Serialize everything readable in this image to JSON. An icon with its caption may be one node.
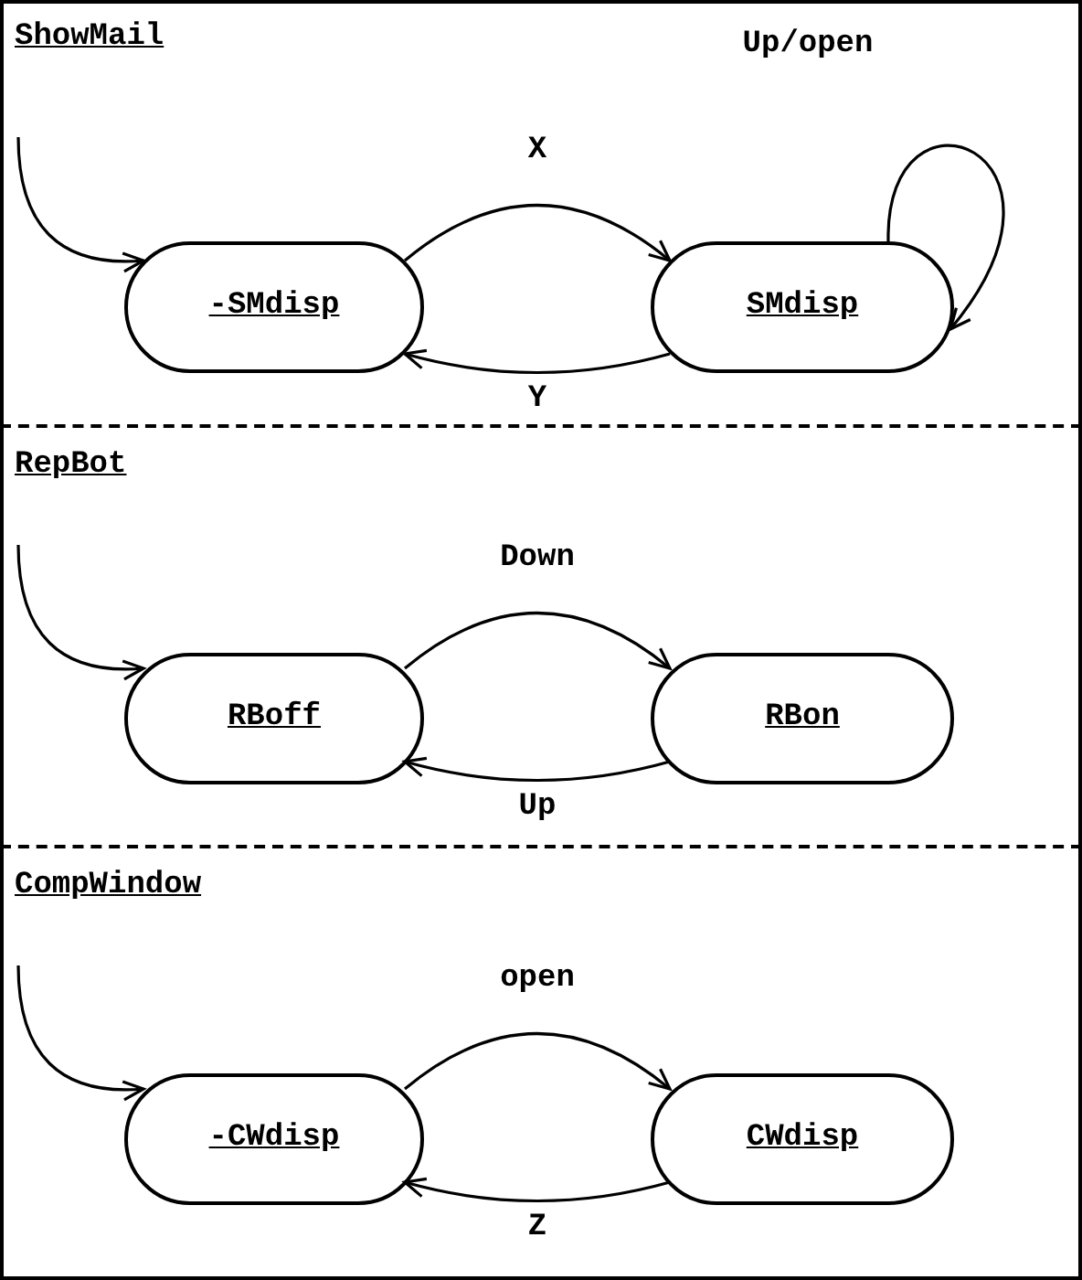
{
  "diagram": {
    "nodes": [
      {
        "text": [],
        "shape": "box"
      },
      {
        "text": [
          "ShowMail"
        ],
        "in": 0
      },
      {
        "text": [
          "-SMdisp"
        ],
        "in": 1
      },
      {
        "text": [
          "SMdisp"
        ],
        "in": 1
      },
      {
        "text": [
          "RepBot"
        ],
        "in": 0
      },
      {
        "text": [
          "RBoff"
        ],
        "in": 4
      },
      {
        "text": [
          "RBon"
        ],
        "in": 4
      },
      {
        "text": [
          "CompWindow"
        ],
        "in": 0
      },
      {
        "text": [
          "-CWdisp"
        ],
        "in": 7
      },
      {
        "text": [
          "CWdisp"
        ],
        "in": 7
      }
    ],
    "edges": [
      {
        "from": null,
        "to": 2,
        "arrow": "to"
      },
      {
        "from": 2,
        "to": 3,
        "arrow": "to",
        "label": "X"
      },
      {
        "from": 3,
        "to": 2,
        "arrow": "to",
        "label": "Y"
      },
      {
        "from": 3,
        "to": 3,
        "arrow": "to",
        "label": "Up/open"
      },
      {
        "from": null,
        "to": 5,
        "arrow": "to"
      },
      {
        "from": 5,
        "to": 6,
        "arrow": "to",
        "label": "Down"
      },
      {
        "from": 6,
        "to": 5,
        "arrow": "to",
        "label": "Up"
      },
      {
        "from": null,
        "to": 8,
        "arrow": "to"
      },
      {
        "from": 8,
        "to": 9,
        "arrow": "to",
        "label": "open"
      },
      {
        "from": 9,
        "to": 8,
        "arrow": "to",
        "label": "Z"
      }
    ]
  }
}
